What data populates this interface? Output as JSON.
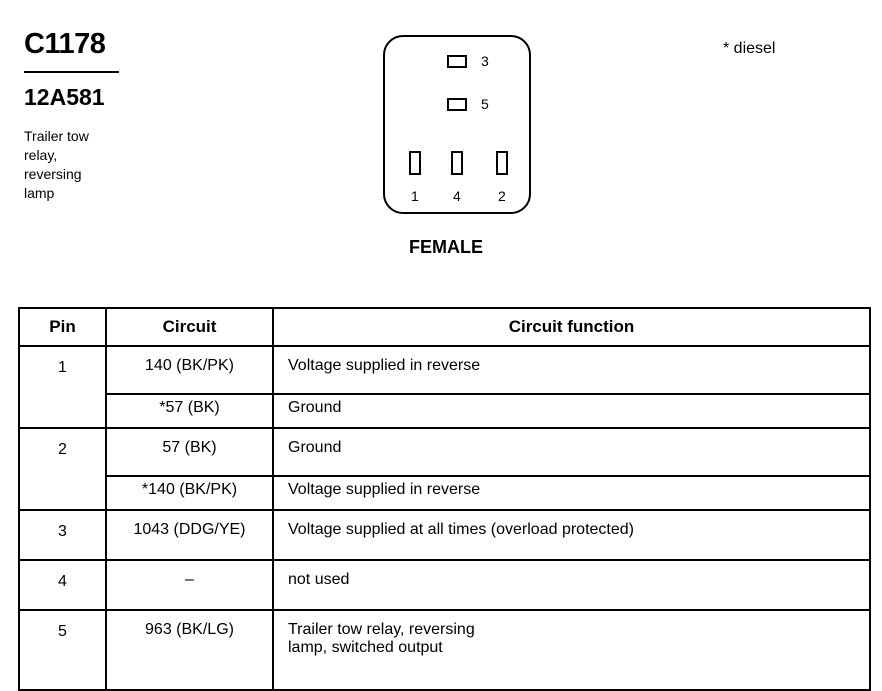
{
  "header": {
    "connector_code": "C1178",
    "part_number": "12A581",
    "description": "Trailer tow relay, reversing lamp",
    "description_lines": [
      "Trailer tow",
      "relay,",
      "reversing",
      "lamp"
    ],
    "note": "* diesel"
  },
  "connector": {
    "pins": [
      "3",
      "5",
      "1",
      "4",
      "2"
    ],
    "gender": "FEMALE"
  },
  "table": {
    "headers": [
      "Pin",
      "Circuit",
      "Circuit function"
    ],
    "rows": [
      {
        "pin": "1",
        "circuit": "140 (BK/PK)",
        "function": "Voltage supplied in reverse"
      },
      {
        "pin": "",
        "circuit": "*57 (BK)",
        "function": "Ground"
      },
      {
        "pin": "2",
        "circuit": "57 (BK)",
        "function": "Ground"
      },
      {
        "pin": "",
        "circuit": "*140 (BK/PK)",
        "function": "Voltage supplied in reverse"
      },
      {
        "pin": "3",
        "circuit": "1043 (DDG/YE)",
        "function": "Voltage supplied at all times (overload protected)"
      },
      {
        "pin": "4",
        "circuit": "–",
        "function": "not used"
      },
      {
        "pin": "5",
        "circuit": "963 (BK/LG)",
        "function_lines": [
          "Trailer tow relay, reversing",
          "lamp, switched output"
        ]
      }
    ]
  }
}
